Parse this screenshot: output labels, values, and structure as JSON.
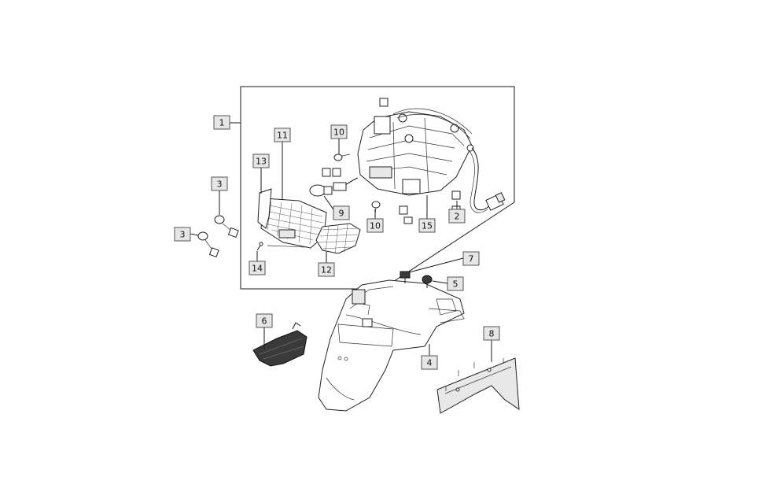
{
  "callouts": [
    {
      "id": "c1",
      "text": "1"
    },
    {
      "id": "c2",
      "text": "2"
    },
    {
      "id": "c3a",
      "text": "3"
    },
    {
      "id": "c3b",
      "text": "3"
    },
    {
      "id": "c4",
      "text": "4"
    },
    {
      "id": "c5",
      "text": "5"
    },
    {
      "id": "c6",
      "text": "6"
    },
    {
      "id": "c7",
      "text": "7"
    },
    {
      "id": "c8",
      "text": "8"
    },
    {
      "id": "c9",
      "text": "9"
    },
    {
      "id": "c10a",
      "text": "10"
    },
    {
      "id": "c10b",
      "text": "10"
    },
    {
      "id": "c11",
      "text": "11"
    },
    {
      "id": "c12",
      "text": "12"
    },
    {
      "id": "c13",
      "text": "13"
    },
    {
      "id": "c14",
      "text": "14"
    },
    {
      "id": "c15",
      "text": "15"
    }
  ],
  "colors": {
    "line": "#1a1a1a",
    "label_fill": "#e6e6e6",
    "label_border": "#555555",
    "background": "#ffffff"
  }
}
